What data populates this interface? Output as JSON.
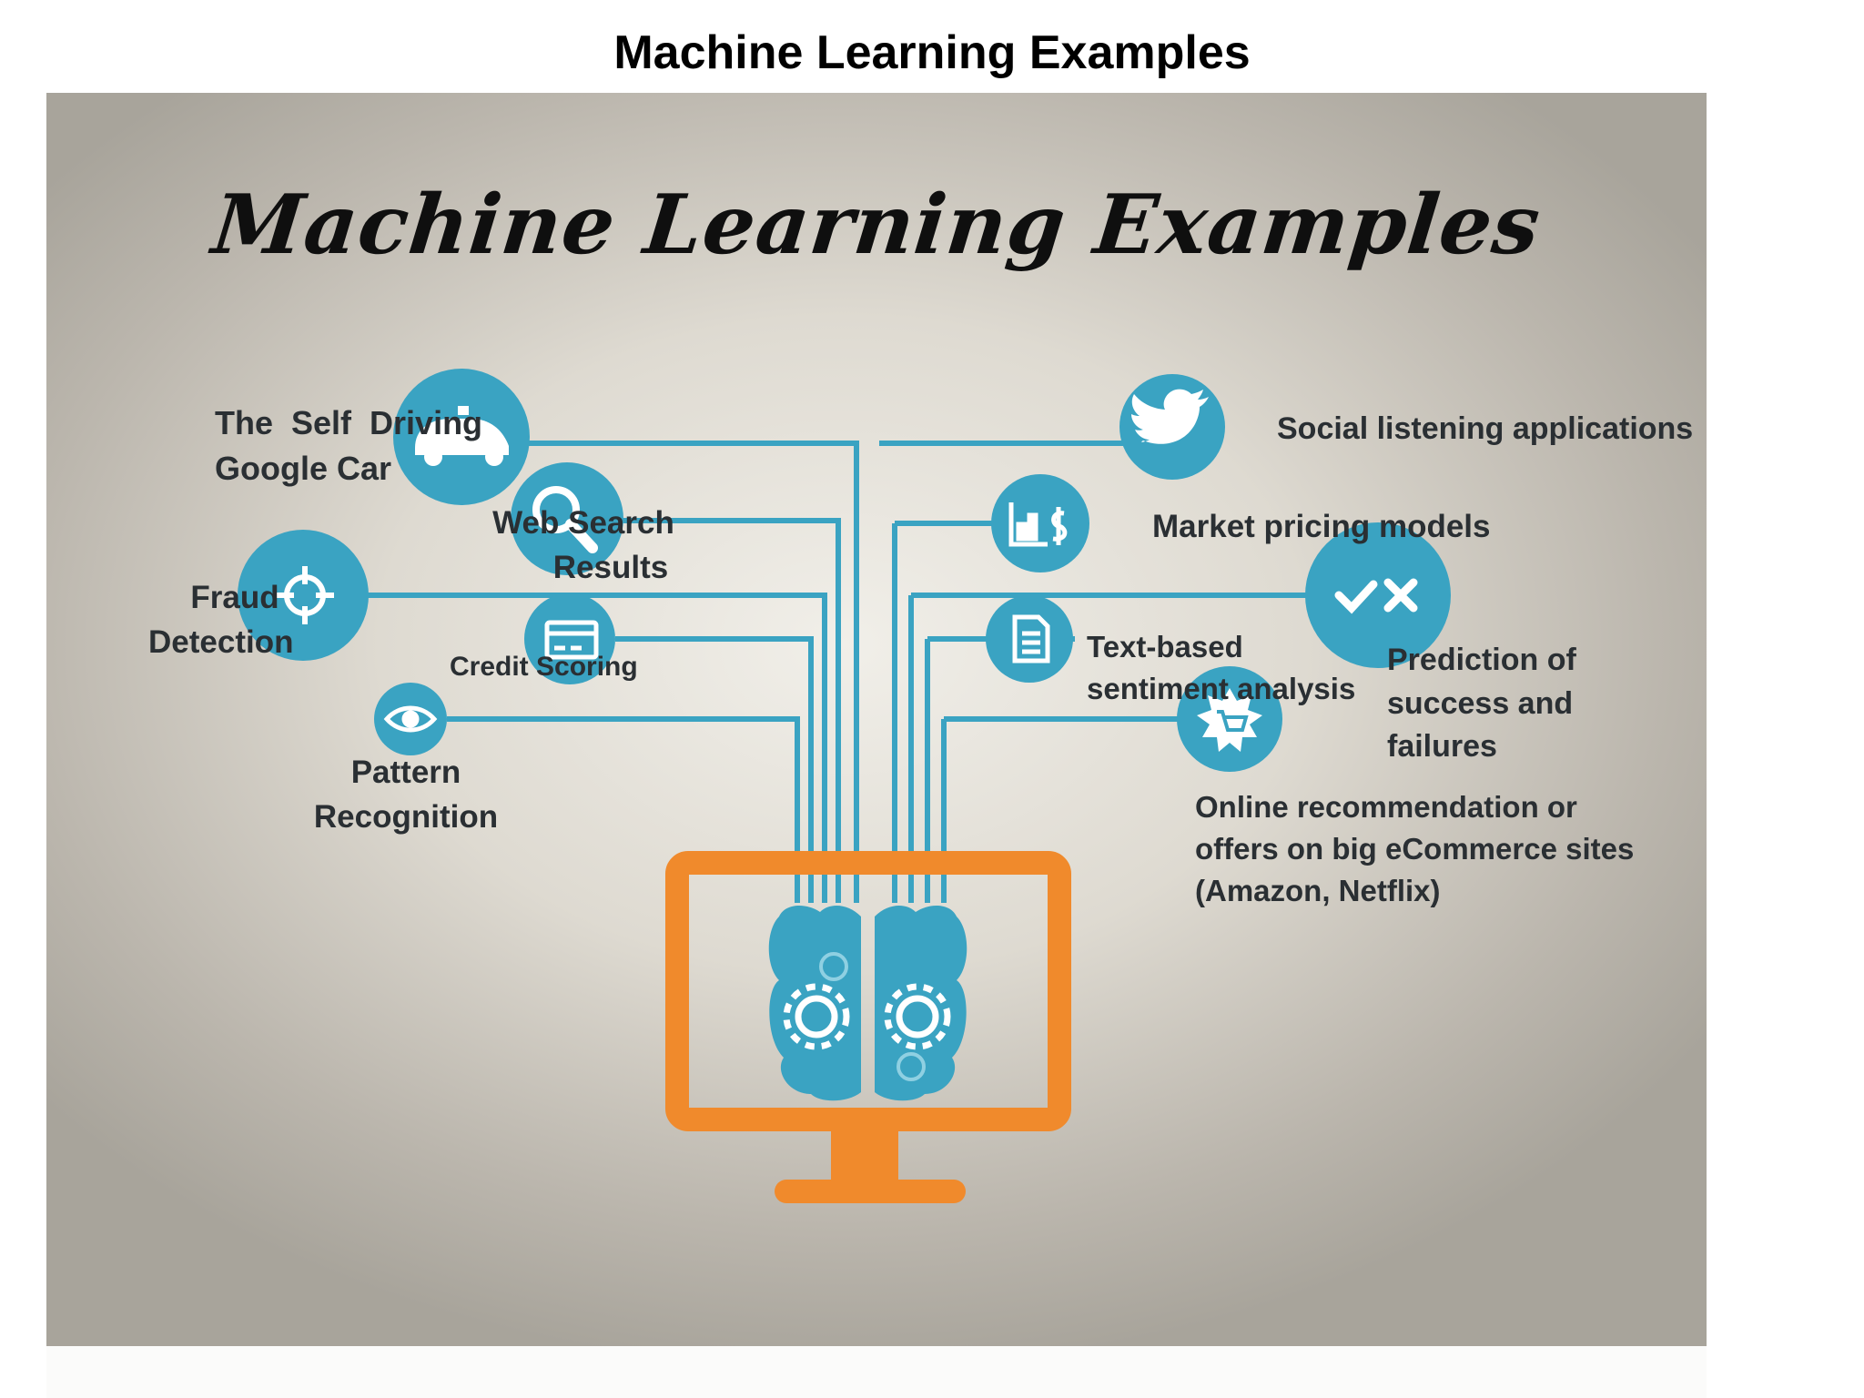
{
  "page": {
    "title": "Machine Learning Examples"
  },
  "infographic": {
    "title": "Machine Learning Examples",
    "colors": {
      "accent": "#3aa3c2",
      "monitor": "#f08a2c",
      "text": "#2a2f33"
    },
    "center_graphic": {
      "icon": "computer-monitor-with-brain-gears-icon"
    },
    "left_items": [
      {
        "icon": "car-icon",
        "lines": [
          "The  Self  Driving",
          "Google Car"
        ]
      },
      {
        "icon": "search-icon",
        "lines": [
          "Web Search",
          "Results"
        ]
      },
      {
        "icon": "crosshair-icon",
        "lines": [
          "Fraud",
          "Detection"
        ]
      },
      {
        "icon": "credit-card-icon",
        "lines": [
          "Credit Scoring"
        ]
      },
      {
        "icon": "eye-icon",
        "lines": [
          "Pattern",
          "Recognition"
        ]
      }
    ],
    "right_items": [
      {
        "icon": "twitter-bird-icon",
        "lines": [
          "Social listening applications"
        ]
      },
      {
        "icon": "chart-dollar-icon",
        "lines": [
          "Market pricing models"
        ]
      },
      {
        "icon": "check-cross-icon",
        "lines": [
          "Prediction of",
          "success and",
          "failures"
        ]
      },
      {
        "icon": "document-icon",
        "lines": [
          "Text-based",
          "sentiment analysis"
        ]
      },
      {
        "icon": "shopping-cart-badge-icon",
        "lines": [
          "Online recommendation or",
          "offers on big eCommerce sites",
          "(Amazon, Netflix)"
        ]
      }
    ]
  }
}
